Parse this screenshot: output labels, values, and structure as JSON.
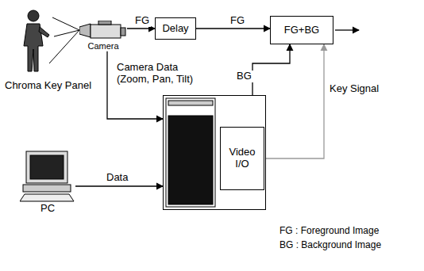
{
  "diagram": {
    "nodes": [
      {
        "text": [
          "Camera"
        ]
      },
      {
        "text": [
          "Delay"
        ]
      },
      {
        "text": [
          "FG+BG"
        ]
      },
      {
        "text": []
      },
      {
        "text": [
          "Video I/O"
        ],
        "in": 3
      },
      {
        "text": [
          "PC"
        ]
      }
    ],
    "edges": [
      {
        "from": 0,
        "to": 1,
        "arrow": "to",
        "label": "FG"
      },
      {
        "from": 1,
        "to": 2,
        "arrow": "to",
        "label": "FG"
      },
      {
        "from": 0,
        "to": 3,
        "arrow": "to",
        "label": "Camera Data (Zoom, Pan, Tilt)"
      },
      {
        "from": 5,
        "to": 3,
        "arrow": "to",
        "label": "Data"
      },
      {
        "from": 4,
        "to": 2,
        "arrow": "to",
        "label": "BG"
      },
      {
        "from": 4,
        "to": 2,
        "arrow": "to",
        "label": "Key Signal"
      }
    ],
    "labels": [
      "Chroma Key Panel",
      "FG : Foreground Image",
      "BG : Background Image"
    ]
  }
}
